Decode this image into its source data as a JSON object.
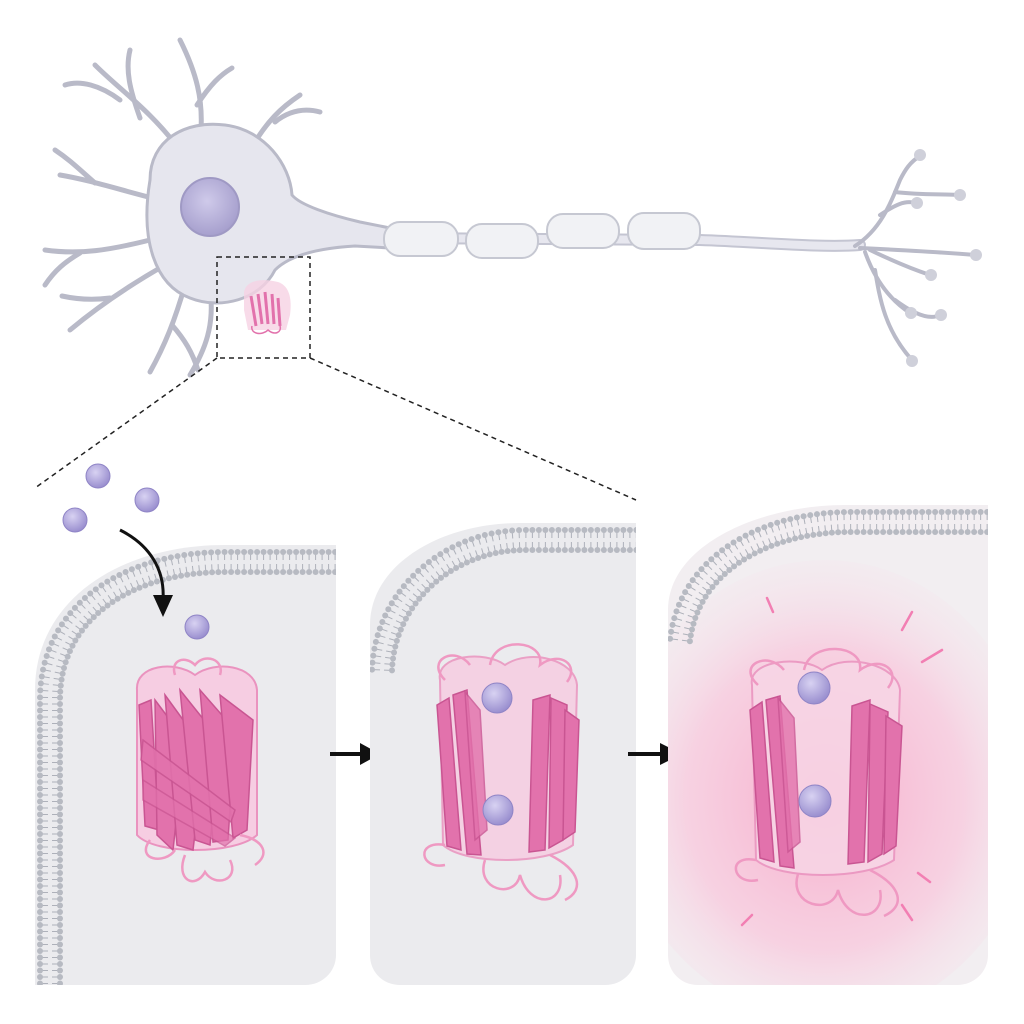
{
  "figure": {
    "type": "biological-diagram",
    "colors": {
      "neuron_fill": "#e6e6ee",
      "neuron_stroke": "#b9bac8",
      "nucleus": "#b7b1d6",
      "myelin": "#f1f2f5",
      "protein_pink": "#e272ac",
      "protein_light": "#f6cde2",
      "ion": "#a99fd6",
      "membrane_head": "#b7bac2",
      "panel_bg": "#ebebee",
      "glow": "#f7a9c9",
      "arrow": "#111111"
    },
    "neuron": {
      "parts": [
        "soma",
        "nucleus",
        "dendrites",
        "axon",
        "myelin-sheath",
        "axon-terminals"
      ],
      "myelin_segments": 4,
      "zoom_box": "dashed"
    },
    "panels": [
      {
        "id": "closed",
        "ions_outside": 4,
        "ions_bound": 0,
        "state": "closed barrel",
        "incoming_arrow": true
      },
      {
        "id": "bound",
        "ions_bound": 2,
        "state": "open with bound ions"
      },
      {
        "id": "fluorescent",
        "ions_bound": 2,
        "state": "glowing",
        "glow_rays": 6
      }
    ],
    "transitions": 2
  }
}
